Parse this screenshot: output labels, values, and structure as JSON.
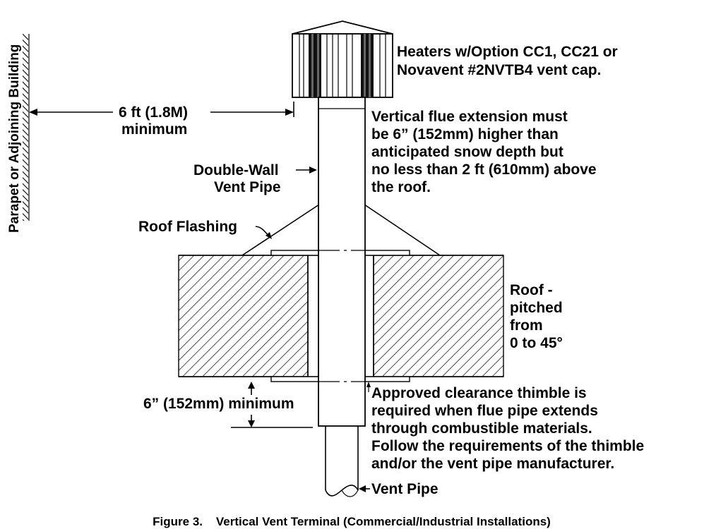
{
  "labels": {
    "parapet": "Parapet or Adjoining Building",
    "distance_line1": "6 ft (1.8M)",
    "distance_line2": "minimum",
    "cap_line1": "Heaters w/Option CC1, CC21 or",
    "cap_line2": "Novavent #2NVTB4 vent cap.",
    "extension_line1": "Vertical flue extension must",
    "extension_line2": "be 6” (152mm) higher than",
    "extension_line3": "anticipated snow depth but",
    "extension_line4": "no less than 2 ft (610mm) above",
    "extension_line5": "the roof.",
    "double_wall_line1": "Double-Wall",
    "double_wall_line2": "Vent Pipe",
    "roof_flashing": "Roof Flashing",
    "roof_line1": "Roof -",
    "roof_line2": "pitched",
    "roof_line3": "from",
    "roof_line4": "0 to 45°",
    "thimble_min": "6” (152mm) minimum",
    "thimble_line1": "Approved clearance thimble is",
    "thimble_line2": "required when flue pipe extends",
    "thimble_line3": "through combustible materials.",
    "thimble_line4": "Follow the requirements of the thimble",
    "thimble_line5": "and/or the vent pipe manufacturer.",
    "vent_pipe": "Vent Pipe"
  },
  "caption": "Figure 3.    Vertical Vent Terminal (Commercial/Industrial Installations)"
}
